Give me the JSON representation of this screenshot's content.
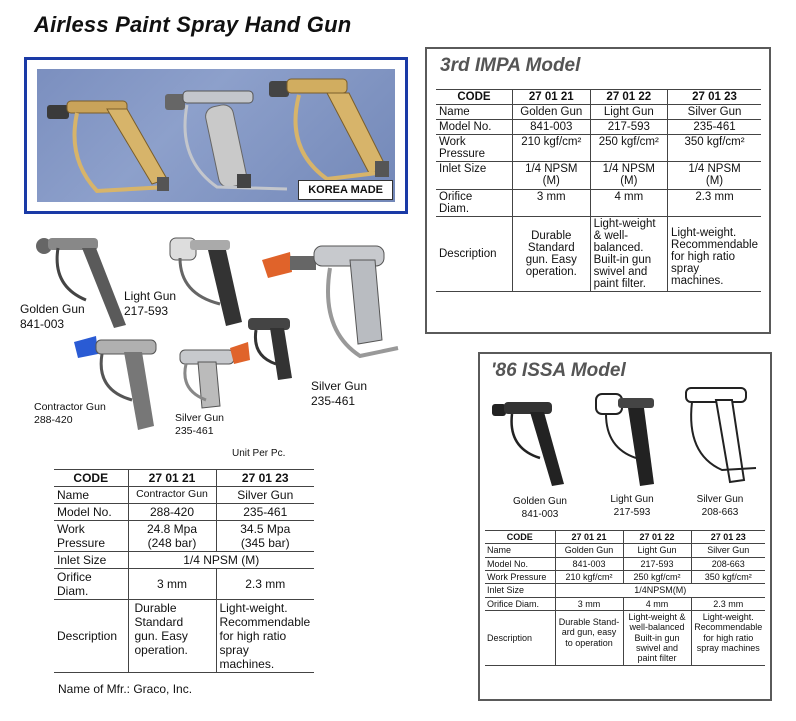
{
  "page_title": "Airless Paint Spray Hand Gun",
  "photo": {
    "badge": "KOREA MADE"
  },
  "colors": {
    "frame_blue": "#1a3aa6",
    "photo_bg": "#8095c3",
    "gold": "#c9a35a",
    "silver": "#b9bcc1",
    "orange": "#e0632a",
    "blue_tip": "#2a5bd4"
  },
  "gun_labels": {
    "golden": {
      "name": "Golden Gun",
      "model": "841-003"
    },
    "light": {
      "name": "Light Gun",
      "model": "217-593"
    },
    "silver_big": {
      "name": "Silver Gun",
      "model": "235-461"
    },
    "contractor": {
      "name": "Contractor Gun",
      "model": "288-420"
    },
    "silver_small": {
      "name": "Silver Gun",
      "model": "235-461"
    }
  },
  "impa": {
    "title": "3rd IMPA Model",
    "header": {
      "code": "CODE",
      "c1": "27 01 21",
      "c2": "27 01 22",
      "c3": "27 01 23"
    },
    "name": {
      "label": "Name",
      "c1": "Golden Gun",
      "c2": "Light Gun",
      "c3": "Silver Gun"
    },
    "model": {
      "label": "Model No.",
      "c1": "841-003",
      "c2": "217-593",
      "c3": "235-461"
    },
    "work": {
      "label1": "Work",
      "label2": "Pressure",
      "c1": "210 kgf/cm²",
      "c2": "250 kgf/cm²",
      "c3": "350 kgf/cm²"
    },
    "inlet": {
      "label": "Inlet Size",
      "c1a": "1/4 NPSM",
      "c1b": "(M)",
      "c2a": "1/4 NPSM",
      "c2b": "(M)",
      "c3a": "1/4 NPSM",
      "c3b": "(M)"
    },
    "orifice": {
      "label1": "Orifice",
      "label2": "Diam.",
      "c1": "3 mm",
      "c2": "4 mm",
      "c3": "2.3 mm"
    },
    "desc": {
      "label": "Description",
      "c1": [
        "Durable",
        "Standard",
        "gun.  Easy",
        "operation."
      ],
      "c2": [
        "Light-weight",
        "& well-",
        "balanced.",
        "Built-in gun",
        "swivel and",
        "paint filter."
      ],
      "c3": [
        "Light-weight.",
        "Recommendable",
        "for high ratio spray",
        "machines."
      ]
    }
  },
  "issa": {
    "title": "'86 ISSA Model",
    "captions": {
      "golden": {
        "name": "Golden Gun",
        "model": "841-003"
      },
      "light": {
        "name": "Light Gun",
        "model": "217-593"
      },
      "silver": {
        "name": "Silver Gun",
        "model": "208-663"
      }
    },
    "header": {
      "code": "CODE",
      "c1": "27 01 21",
      "c2": "27 01 22",
      "c3": "27 01 23"
    },
    "name": {
      "label": "Name",
      "c1": "Golden Gun",
      "c2": "Light Gun",
      "c3": "Silver Gun"
    },
    "model": {
      "label": "Model No.",
      "c1": "841-003",
      "c2": "217-593",
      "c3": "208-663"
    },
    "work": {
      "label": "Work Pressure",
      "c1": "210 kgf/cm²",
      "c2": "250 kgf/cm²",
      "c3": "350 kgf/cm²"
    },
    "inlet": {
      "label": "Inlet Size",
      "value": "1/4NPSM(M)"
    },
    "orifice": {
      "label": "Orifice Diam.",
      "c1": "3 mm",
      "c2": "4 mm",
      "c3": "2.3 mm"
    },
    "desc": {
      "label": "Description",
      "c1": [
        "Durable Stand-",
        "ard gun, easy",
        "to operation"
      ],
      "c2": [
        "Light-weight &",
        "well-balanced",
        "Built-in gun",
        "swivel and",
        "paint filter"
      ],
      "c3": [
        "Light-weight.",
        "Recommendable",
        "for high ratio",
        "spray machines"
      ]
    }
  },
  "left_table": {
    "unit_note": "Unit Per Pc.",
    "header": {
      "code": "CODE",
      "c1": "27 01 21",
      "c2": "27 01 23"
    },
    "name": {
      "label": "Name",
      "c1": "Contractor Gun",
      "c2": "Silver Gun"
    },
    "model": {
      "label": "Model No.",
      "c1": "288-420",
      "c2": "235-461"
    },
    "work": {
      "label1": "Work",
      "label2": "Pressure",
      "c1a": "24.8 Mpa",
      "c1b": "(248 bar)",
      "c2a": "34.5 Mpa",
      "c2b": "(345 bar)"
    },
    "inlet": {
      "label": "Inlet Size",
      "value": "1/4 NPSM  (M)"
    },
    "orifice": {
      "label1": "Orifice",
      "label2": "Diam.",
      "c1": "3 mm",
      "c2": "2.3 mm"
    },
    "desc": {
      "label": "Description",
      "c1": [
        "Durable",
        "Standard",
        "gun.  Easy",
        "operation."
      ],
      "c2": [
        "Light-weight.",
        "Recommendable",
        "for high ratio spray",
        "machines."
      ]
    },
    "mfr_note": "Name of Mfr.:  Graco, Inc."
  }
}
